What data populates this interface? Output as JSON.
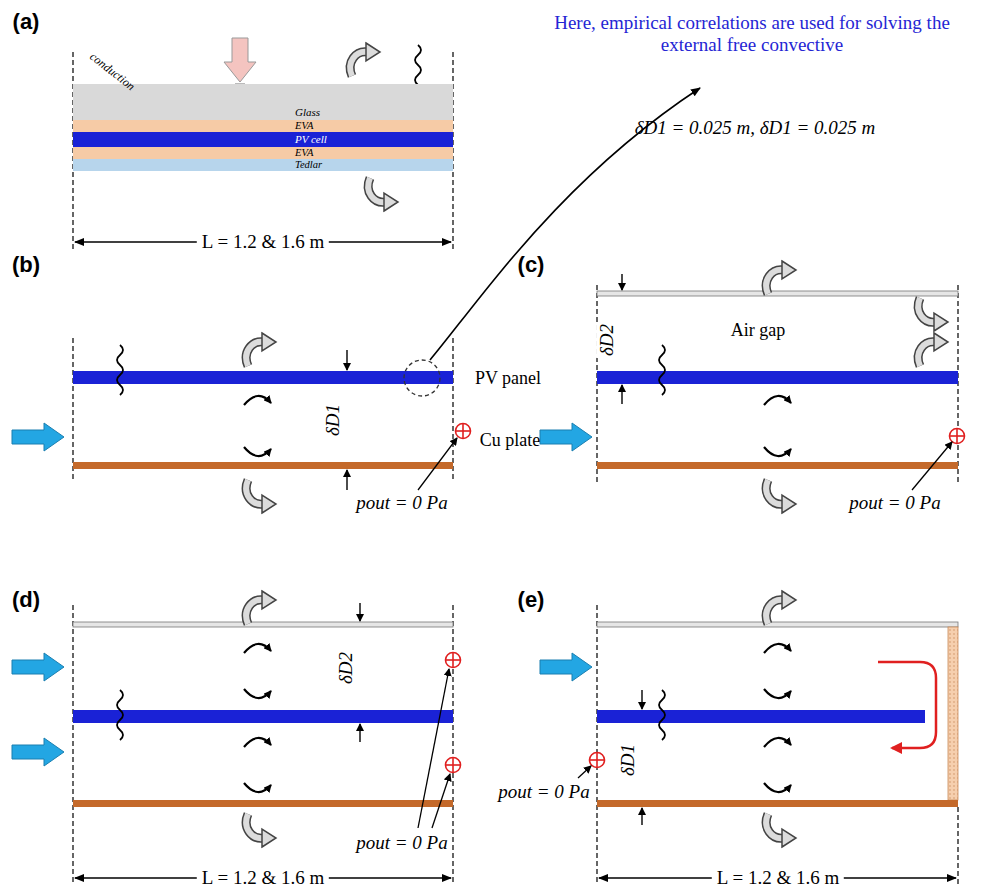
{
  "diagram": {
    "nodes": [
      {
        "text": [
          "Glass"
        ]
      },
      {
        "text": [
          "EVA"
        ]
      },
      {
        "text": [
          "PV cell"
        ]
      },
      {
        "text": [
          "EVA"
        ]
      },
      {
        "text": [
          "Tedlar"
        ]
      }
    ],
    "labels": [
      "(a)",
      "conduction",
      "L = 1.2 & 1.6 m",
      "Here, empirical correlations are used for solving the external free convective",
      "δD1 = 0.025 m, δD1 = 0.025 m",
      "(b)",
      "δD1",
      "PV panel",
      "Cu plate",
      "pout = 0 Pa",
      "(c)",
      "δD2",
      "Air gap",
      "pout = 0 Pa",
      "(d)",
      "δD2",
      "pout = 0 Pa",
      "L = 1.2 & 1.6 m",
      "(e)",
      "pout = 0 Pa",
      "δD1",
      "L = 1.2 & 1.6 m"
    ]
  }
}
